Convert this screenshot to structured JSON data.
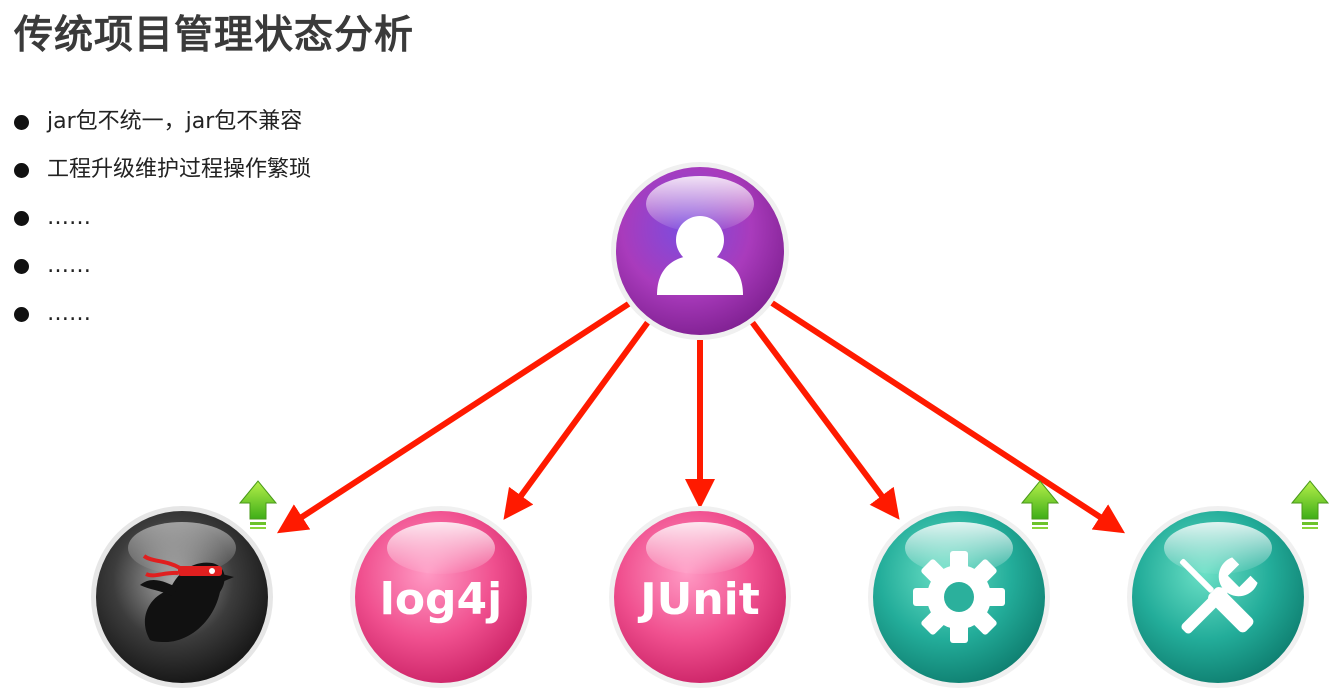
{
  "title": "传统项目管理状态分析",
  "bullets": [
    "jar包不统一，jar包不兼容",
    "工程升级维护过程操作繁琐",
    "……",
    "……",
    "……"
  ],
  "diagram": {
    "root": {
      "icon": "user-icon",
      "color": "#a83ab8"
    },
    "nodes": [
      {
        "id": "ninja",
        "label": "",
        "icon": "ninja-bird-icon",
        "color": "#2a2a2a",
        "upgrade": true
      },
      {
        "id": "log4j",
        "label": "log4j",
        "icon": "",
        "color": "#ef4c8c",
        "upgrade": false
      },
      {
        "id": "junit",
        "label": "JUnit",
        "icon": "",
        "color": "#ef4c8c",
        "upgrade": false
      },
      {
        "id": "settings",
        "label": "",
        "icon": "gear-icon",
        "color": "#1ea796",
        "upgrade": true
      },
      {
        "id": "tools",
        "label": "",
        "icon": "wrench-screwdriver-icon",
        "color": "#1ea796",
        "upgrade": true
      }
    ],
    "arrow_color": "#ff1a00",
    "upgrade_color": "#7ad32a"
  }
}
